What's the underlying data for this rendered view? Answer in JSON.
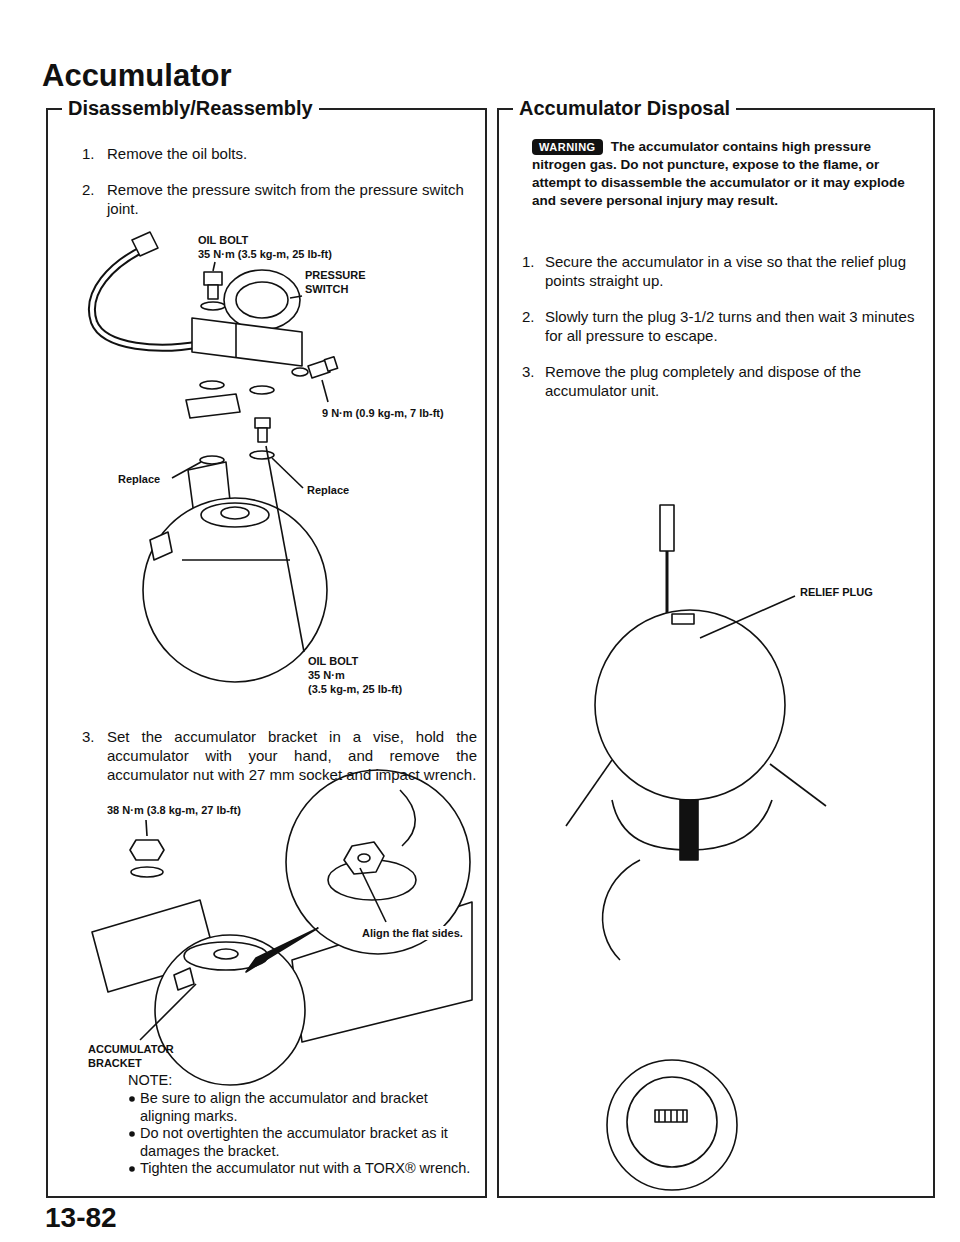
{
  "diagram": {
    "title": "Accumulator",
    "nodes": [
      {
        "text": [
          "Disassembly/Reassembly"
        ]
      },
      {
        "text": [
          "Accumulator Disposal"
        ]
      },
      {
        "text": [
          "WARNING",
          "The accumulator contains high pressure nitrogen gas. Do not puncture, expose to the flame, or attempt to disassemble the accumulator or it may explode and severe personal injury may result."
        ],
        "in": 1
      }
    ],
    "labels": [
      "1.",
      "Remove the oil bolts.",
      "2.",
      "Remove the pressure switch from the pressure switch joint.",
      "OIL BOLT",
      "35 N·m (3.5 kg-m, 25 lb-ft)",
      "PRESSURE SWITCH",
      "9 N·m (0.9 kg-m, 7 lb-ft)",
      "Replace",
      "Replace",
      "OIL BOLT",
      "35 N·m",
      "(3.5 kg-m, 25 lb-ft)",
      "3.",
      "Set the accumulator bracket in a vise, hold the accumulator with your hand, and remove the accumulator nut with 27 mm socket and impact wrench.",
      "38 N·m (3.8 kg-m, 27 lb-ft)",
      "Align the flat sides.",
      "ACCUMULATOR BRACKET",
      "NOTE:",
      "Be sure to align the accumulator and bracket aligning marks.",
      "Do not overtighten the accumulator bracket as it damages the bracket.",
      "Tighten the accumulator nut with a TORX® wrench.",
      "1.",
      "Secure the accumulator in a vise so that the relief plug points straight up.",
      "2.",
      "Slowly turn the plug 3-1/2 turns and then wait 3 minutes for all pressure to escape.",
      "3.",
      "Remove the plug completely and dispose of the accumulator unit.",
      "RELIEF PLUG",
      "13-82"
    ]
  }
}
